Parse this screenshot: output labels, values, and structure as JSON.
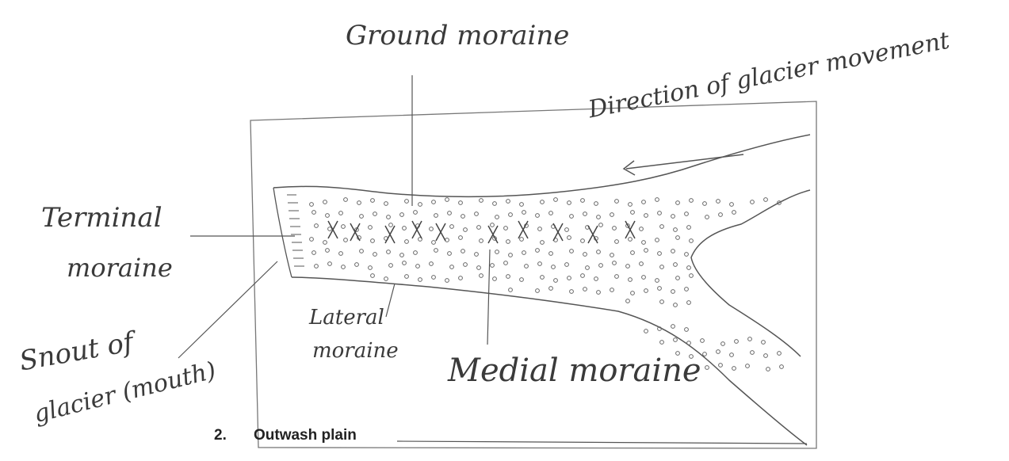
{
  "labels": {
    "ground_moraine": "Ground moraine",
    "direction": "Direction of glacier movement",
    "terminal_line1": "Terminal",
    "terminal_line2": "moraine",
    "lateral_line1": "Lateral",
    "lateral_line2": "moraine",
    "medial": "Medial moraine",
    "snout_line1": "Snout of",
    "snout_line2": "glacier (mouth)"
  },
  "caption": {
    "number": "2.",
    "title": "Outwash plain"
  },
  "colors": {
    "ink": "#3a3a3a",
    "pencil": "#555555",
    "paper": "#ffffff"
  }
}
